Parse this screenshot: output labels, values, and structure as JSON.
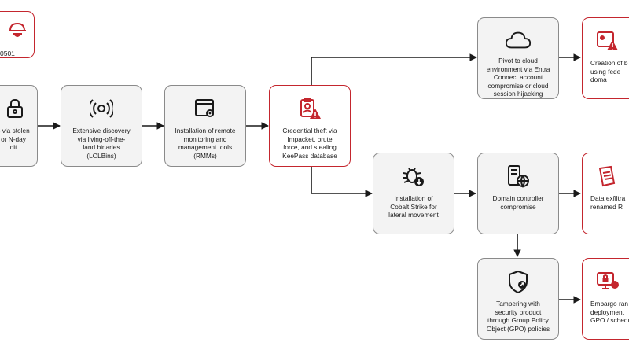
{
  "actor": {
    "label": "0501"
  },
  "nodes": {
    "initial_access": "s via stolen\nor N-day\noit",
    "discovery": "Extensive discovery\nvia living-off-the-\nland binaries\n(LOLBins)",
    "rmm": "Installation of remote\nmonitoring and\nmanagement tools\n(RMMs)",
    "credential_theft": "Credential theft via\nImpacket, brute\nforce, and stealing\nKeePass database",
    "cloud_pivot": "Pivot to cloud\nenvironment via Entra\nConnect account\ncompromise or cloud\nsession hijacking",
    "backdoor": "Creation of b\nusing fede\ndoma",
    "cobalt_strike": "Installation of\nCobalt Strike for\nlateral movement",
    "dc_compromise": "Domain controller\ncompromise",
    "exfiltration": "Data exfiltra\nrenamed R",
    "tampering": "Tampering with\nsecurity product\nthrough Group Policy\nObject (GPO) policies",
    "ransomware": "Embargo ran\ndeployment\nGPO / schedu"
  },
  "colors": {
    "accent": "#c4262e",
    "node_fill": "#f3f3f3",
    "node_border": "#8a8a8a",
    "line": "#1a1a1a"
  },
  "icons": {
    "actor": "hacker-icon",
    "initial_access": "lock-icon",
    "discovery": "radar-icon",
    "rmm": "settings-window-icon",
    "credential_theft": "credential-warning-icon",
    "cloud_pivot": "cloud-icon",
    "backdoor": "domain-warning-icon",
    "cobalt_strike": "bug-download-icon",
    "dc_compromise": "server-globe-icon",
    "exfiltration": "document-icon",
    "tampering": "shield-icon",
    "ransomware": "ransomware-icon"
  }
}
